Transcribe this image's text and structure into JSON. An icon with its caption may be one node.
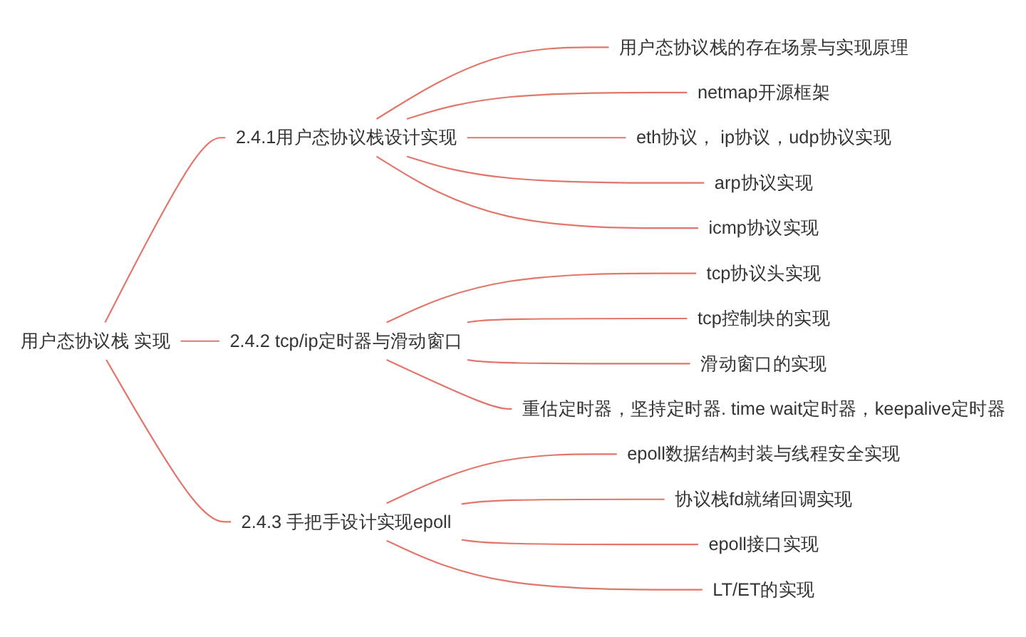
{
  "diagram": {
    "nodes": [
      {
        "text": [
          "用户态协议栈 实现"
        ]
      },
      {
        "text": [
          "2.4.1用户态协议栈设计实现"
        ]
      },
      {
        "text": [
          "用户态协议栈的存在场景与实现原理"
        ]
      },
      {
        "text": [
          "netmap开源框架"
        ]
      },
      {
        "text": [
          "eth协议， ip协议，udp协议实现"
        ]
      },
      {
        "text": [
          "arp协议实现"
        ]
      },
      {
        "text": [
          "icmp协议实现"
        ]
      },
      {
        "text": [
          "2.4.2 tcp/ip定时器与滑动窗口"
        ]
      },
      {
        "text": [
          "tcp协议头实现"
        ]
      },
      {
        "text": [
          "tcp控制块的实现"
        ]
      },
      {
        "text": [
          "滑动窗口的实现"
        ]
      },
      {
        "text": [
          "重估定时器，坚持定时器. time wait定时器，keepalive定时器"
        ]
      },
      {
        "text": [
          "2.4.3 手把手设计实现epoll"
        ]
      },
      {
        "text": [
          "epoll数据结构封装与线程安全实现"
        ]
      },
      {
        "text": [
          "协议栈fd就绪回调实现"
        ]
      },
      {
        "text": [
          "epoll接口实现"
        ]
      },
      {
        "text": [
          "LT/ET的实现"
        ]
      }
    ],
    "edges": [
      {
        "from": 0,
        "to": 1,
        "arrow": "none"
      },
      {
        "from": 0,
        "to": 7,
        "arrow": "none"
      },
      {
        "from": 0,
        "to": 12,
        "arrow": "none"
      },
      {
        "from": 1,
        "to": 2,
        "arrow": "none"
      },
      {
        "from": 1,
        "to": 3,
        "arrow": "none"
      },
      {
        "from": 1,
        "to": 4,
        "arrow": "none"
      },
      {
        "from": 1,
        "to": 5,
        "arrow": "none"
      },
      {
        "from": 1,
        "to": 6,
        "arrow": "none"
      },
      {
        "from": 7,
        "to": 8,
        "arrow": "none"
      },
      {
        "from": 7,
        "to": 9,
        "arrow": "none"
      },
      {
        "from": 7,
        "to": 10,
        "arrow": "none"
      },
      {
        "from": 7,
        "to": 11,
        "arrow": "none"
      },
      {
        "from": 12,
        "to": 13,
        "arrow": "none"
      },
      {
        "from": 12,
        "to": 14,
        "arrow": "none"
      },
      {
        "from": 12,
        "to": 15,
        "arrow": "none"
      },
      {
        "from": 12,
        "to": 16,
        "arrow": "none"
      }
    ]
  }
}
